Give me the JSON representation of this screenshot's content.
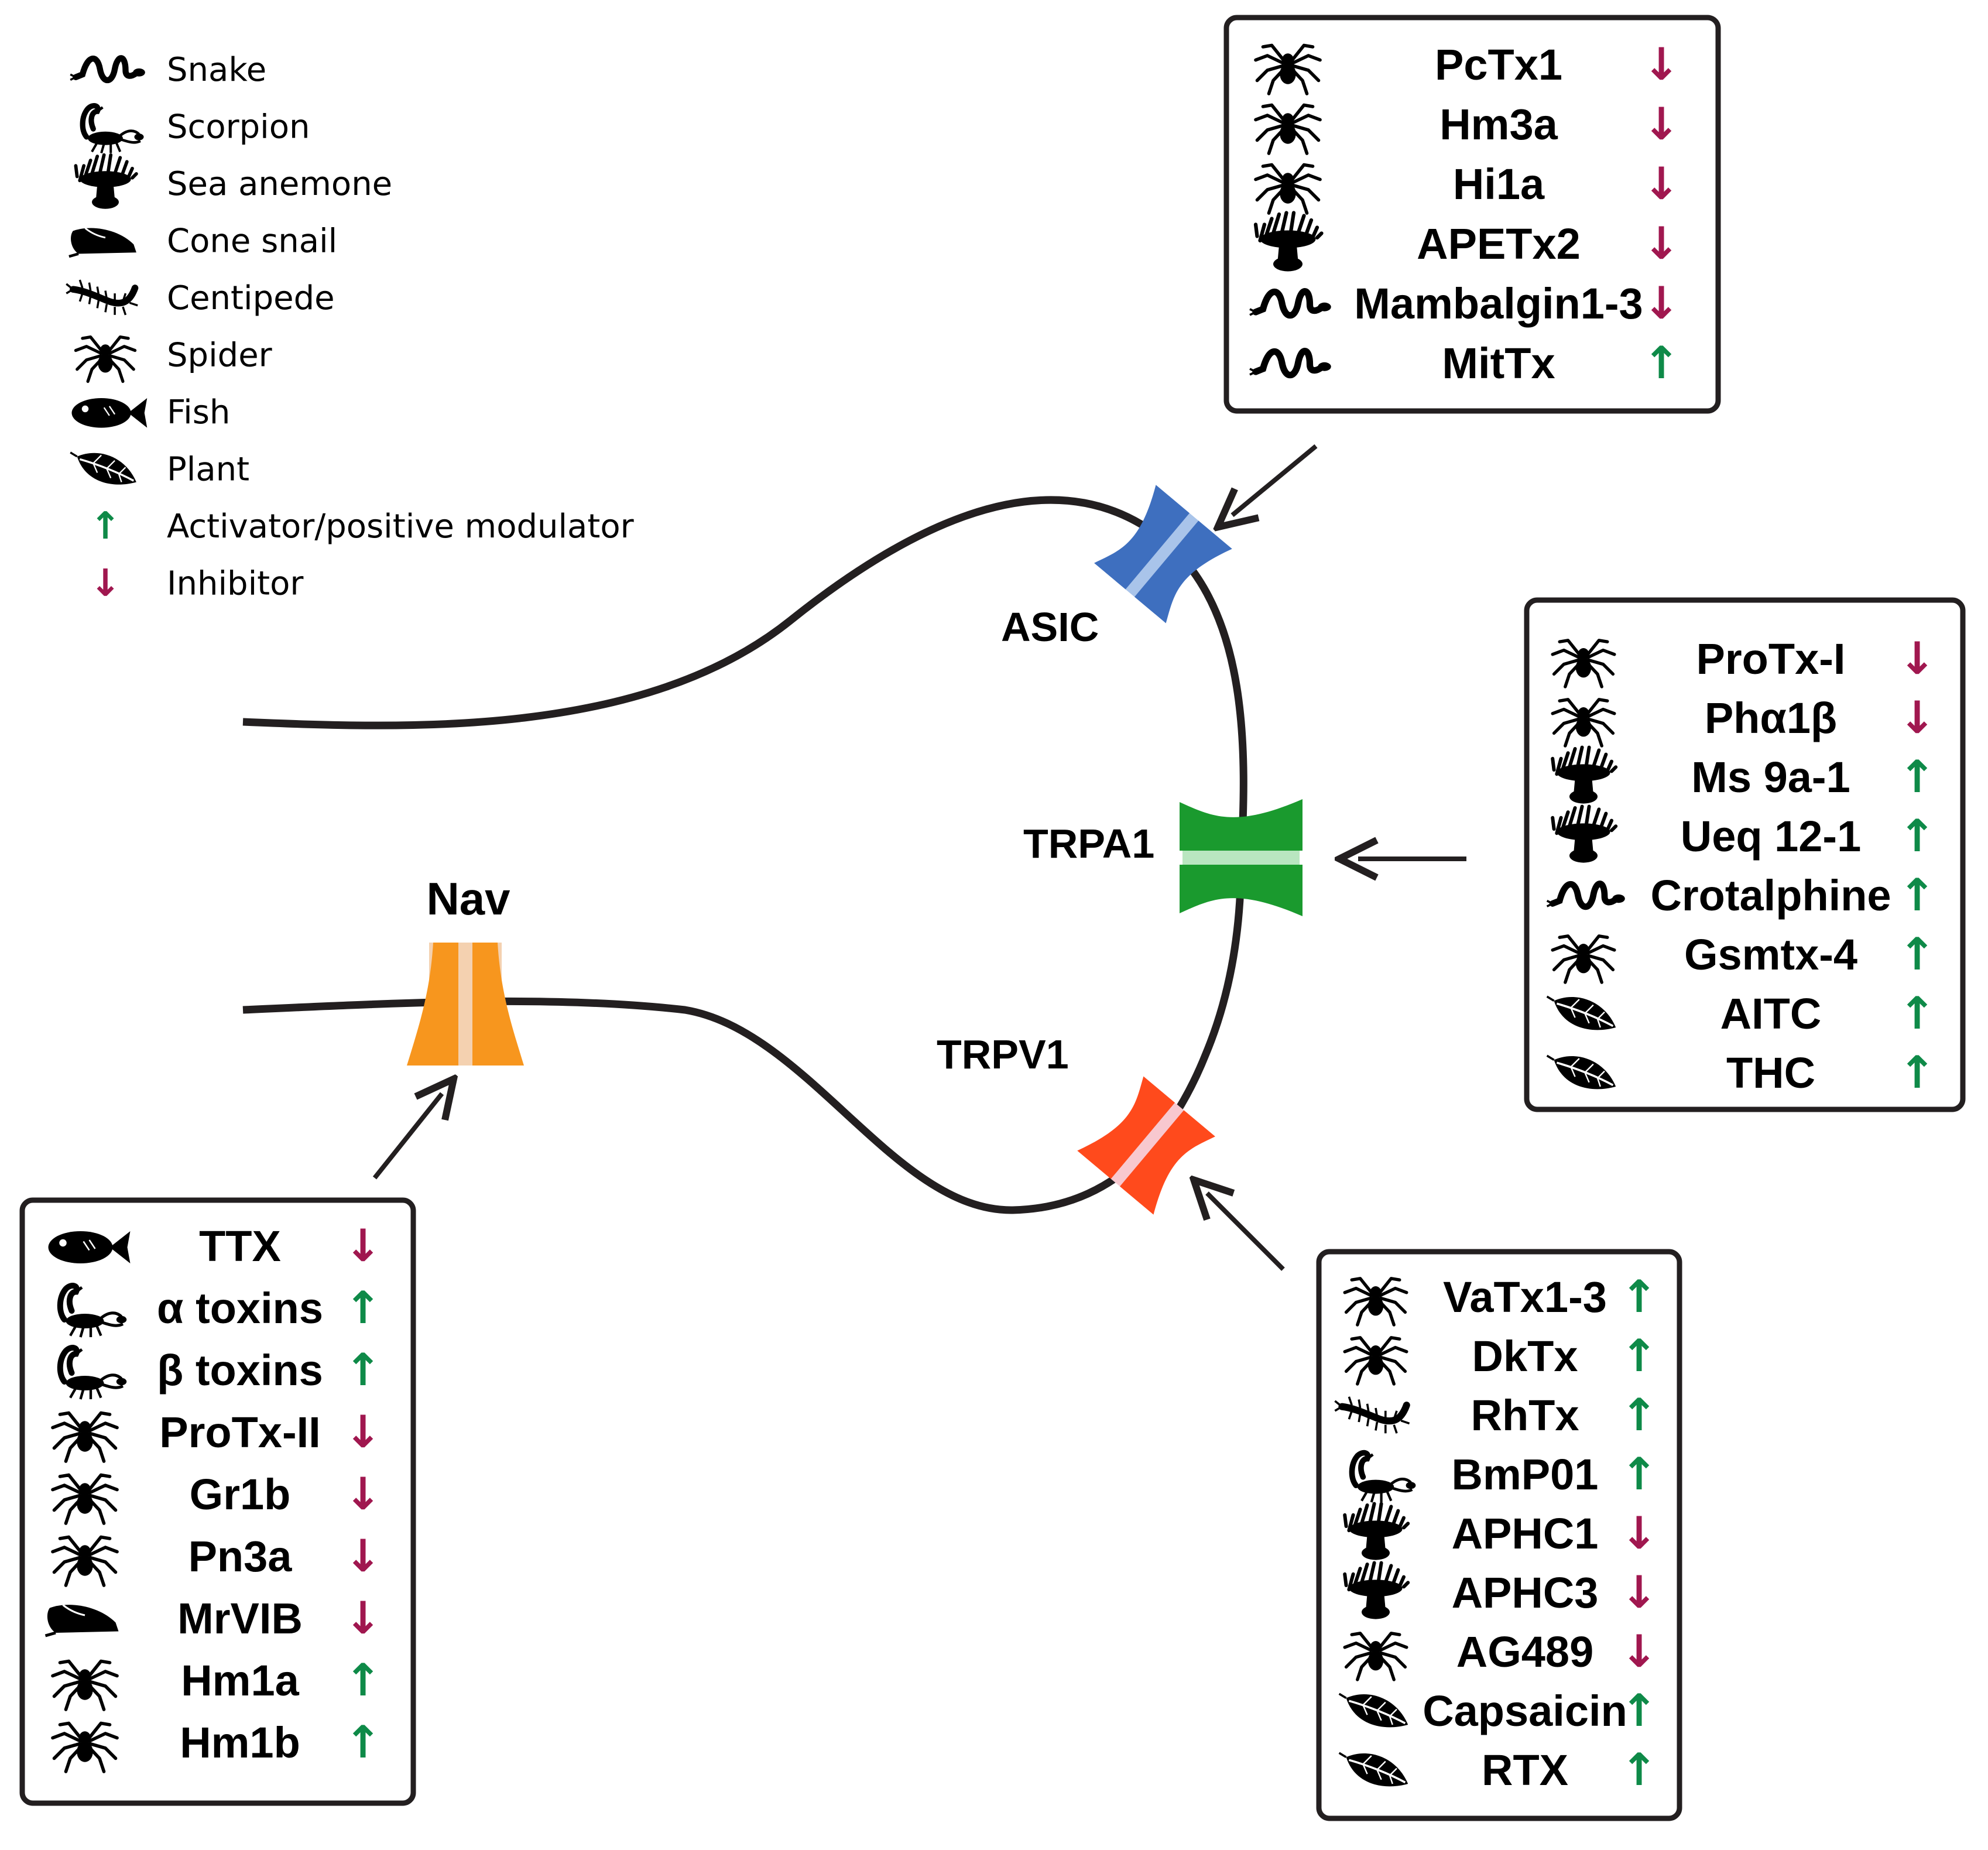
{
  "colors": {
    "activator": "#0e8a48",
    "inhibitor": "#a0174f",
    "asic": "#3e6fbf",
    "asic_pore": "#a9c4ea",
    "trpa1": "#1a9a2e",
    "trpa1_pore": "#b9e6c0",
    "trpv1": "#ff4a1c",
    "trpv1_pore": "#f8c8cf",
    "nav": "#f7961e",
    "nav_pore": "#f4d1b0",
    "line": "#231f20"
  },
  "legend": {
    "species": [
      {
        "icon": "snake-icon",
        "label": "Snake"
      },
      {
        "icon": "scorpion-icon",
        "label": "Scorpion"
      },
      {
        "icon": "sea-anemone-icon",
        "label": "Sea anemone"
      },
      {
        "icon": "cone-snail-icon",
        "label": "Cone snail"
      },
      {
        "icon": "centipede-icon",
        "label": "Centipede"
      },
      {
        "icon": "spider-icon",
        "label": "Spider"
      },
      {
        "icon": "fish-icon",
        "label": "Fish"
      },
      {
        "icon": "plant-icon",
        "label": "Plant"
      }
    ],
    "activator_label": "Activator/positive modulator",
    "inhibitor_label": "Inhibitor"
  },
  "glyphs": {
    "up": "↑",
    "down": "↓"
  },
  "channels": {
    "asic": "ASIC",
    "trpa1": "TRPA1",
    "trpv1": "TRPV1",
    "nav": "Nav"
  },
  "toxin_boxes": {
    "asic": [
      {
        "source": "spider",
        "name": "PcTx1",
        "effect": "inhibitor"
      },
      {
        "source": "spider",
        "name": "Hm3a",
        "effect": "inhibitor"
      },
      {
        "source": "spider",
        "name": "Hi1a",
        "effect": "inhibitor"
      },
      {
        "source": "sea-anemone",
        "name": "APETx2",
        "effect": "inhibitor"
      },
      {
        "source": "snake",
        "name": "Mambalgin1-3",
        "effect": "inhibitor"
      },
      {
        "source": "snake",
        "name": "MitTx",
        "effect": "activator"
      }
    ],
    "trpa1": [
      {
        "source": "spider",
        "name": "ProTx-I",
        "effect": "inhibitor"
      },
      {
        "source": "spider",
        "name": "Phα1β",
        "effect": "inhibitor"
      },
      {
        "source": "sea-anemone",
        "name": "Ms 9a-1",
        "effect": "activator"
      },
      {
        "source": "sea-anemone",
        "name": "Ueq 12-1",
        "effect": "activator"
      },
      {
        "source": "snake",
        "name": "Crotalphine",
        "effect": "activator"
      },
      {
        "source": "spider",
        "name": "Gsmtx-4",
        "effect": "activator"
      },
      {
        "source": "plant",
        "name": "AITC",
        "effect": "activator"
      },
      {
        "source": "plant",
        "name": "THC",
        "effect": "activator"
      }
    ],
    "trpv1": [
      {
        "source": "spider",
        "name": "VaTx1-3",
        "effect": "activator"
      },
      {
        "source": "spider",
        "name": "DkTx",
        "effect": "activator"
      },
      {
        "source": "centipede",
        "name": "RhTx",
        "effect": "activator"
      },
      {
        "source": "scorpion",
        "name": "BmP01",
        "effect": "activator"
      },
      {
        "source": "sea-anemone",
        "name": "APHC1",
        "effect": "inhibitor"
      },
      {
        "source": "sea-anemone",
        "name": "APHC3",
        "effect": "inhibitor"
      },
      {
        "source": "spider",
        "name": "AG489",
        "effect": "inhibitor"
      },
      {
        "source": "plant",
        "name": "Capsaicin",
        "effect": "activator"
      },
      {
        "source": "plant",
        "name": "RTX",
        "effect": "activator"
      }
    ],
    "nav": [
      {
        "source": "fish",
        "name": "TTX",
        "effect": "inhibitor"
      },
      {
        "source": "scorpion",
        "name": "α toxins",
        "effect": "activator"
      },
      {
        "source": "scorpion",
        "name": "β toxins",
        "effect": "activator"
      },
      {
        "source": "spider",
        "name": "ProTx-II",
        "effect": "inhibitor"
      },
      {
        "source": "spider",
        "name": "Gr1b",
        "effect": "inhibitor"
      },
      {
        "source": "spider",
        "name": "Pn3a",
        "effect": "inhibitor"
      },
      {
        "source": "cone-snail",
        "name": "MrVIB",
        "effect": "inhibitor"
      },
      {
        "source": "spider",
        "name": "Hm1a",
        "effect": "activator"
      },
      {
        "source": "spider",
        "name": "Hm1b",
        "effect": "activator"
      }
    ]
  }
}
